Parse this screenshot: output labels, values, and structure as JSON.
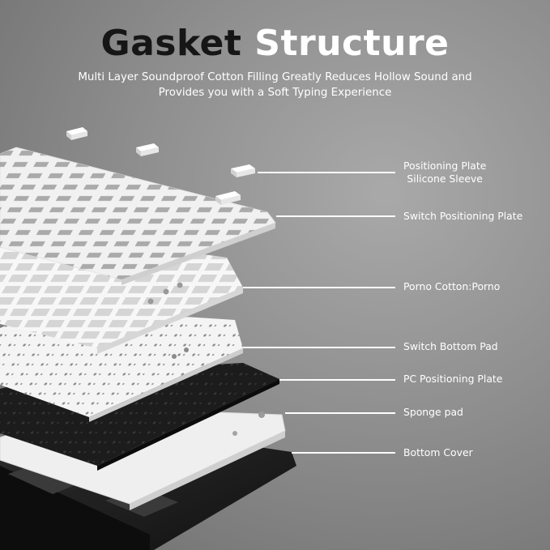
{
  "heading": {
    "title_dark": "Gasket",
    "title_light": "Structure",
    "subtitle_line1": "Multi Layer Soundproof Cotton Filling Greatly Reduces Hollow Sound and",
    "subtitle_line2": "Provides you with a Soft Typing Experience"
  },
  "layers": [
    {
      "line1": "Positioning Plate",
      "line2": "Silicone Sleeve"
    },
    {
      "label": "Switch Positioning Plate"
    },
    {
      "label": "Porno Cotton:Porno"
    },
    {
      "label": "Switch Bottom Pad"
    },
    {
      "label": "PC Positioning Plate"
    },
    {
      "label": "Sponge pad"
    },
    {
      "label": "Bottom Cover"
    }
  ],
  "colors": {
    "background": "#8f8f8f",
    "title_dark": "#161616",
    "text_light": "#ffffff",
    "plate_white": "#f2f2f2",
    "pc_plate": "#1c1c1c",
    "bottom_cover": "#202020"
  }
}
